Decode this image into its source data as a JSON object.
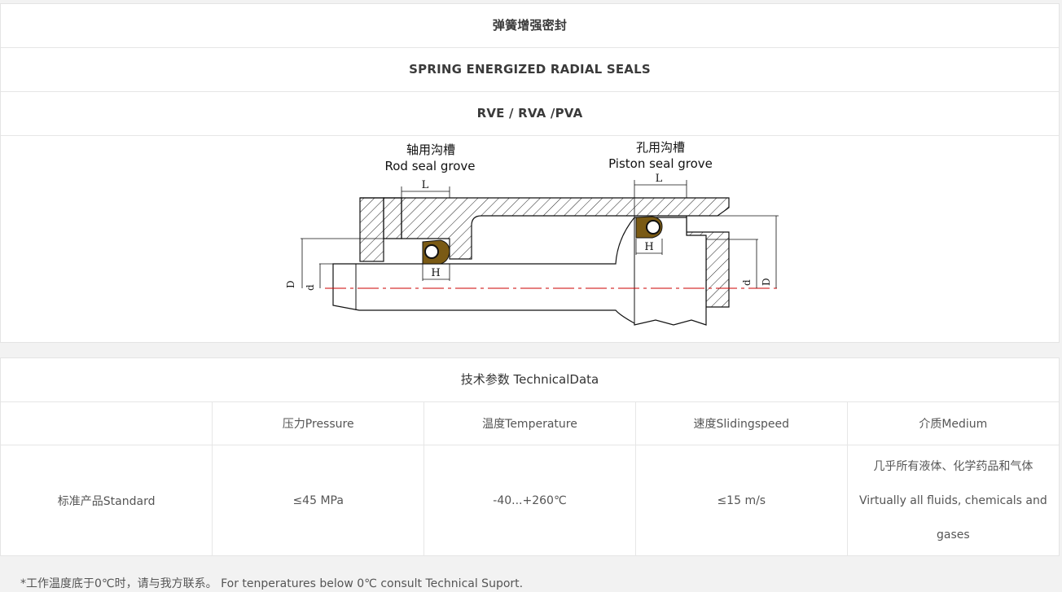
{
  "titles": {
    "cn": "弹簧增强密封",
    "en": "SPRING ENERGIZED RADIAL SEALS",
    "models": "RVE / RVA /PVA"
  },
  "diagram": {
    "rod_cn": "轴用沟槽",
    "rod_en": "Rod seal grove",
    "piston_cn": "孔用沟槽",
    "piston_en": "Piston seal grove",
    "label_L": "L",
    "label_H": "H",
    "label_D": "D",
    "label_d": "d",
    "seal_color": "#7a5a14",
    "centerline_color": "#cc0000"
  },
  "technical": {
    "title": "技术参数 TechnicalData",
    "headers": [
      "",
      "压力Pressure",
      "温度Temperature",
      "速度Slidingspeed",
      "介质Medium"
    ],
    "row": {
      "label": "标准产品Standard",
      "pressure": "≤45 MPa",
      "temperature": "-40...+260℃",
      "speed": "≤15 m/s",
      "medium_cn": "几乎所有液体、化学药品和气体",
      "medium_en": "Virtually all fluids, chemicals and gases"
    }
  },
  "footnote": "*工作温度底于0℃时，请与我方联系。 For tenperatures below 0℃ consult Technical Suport."
}
